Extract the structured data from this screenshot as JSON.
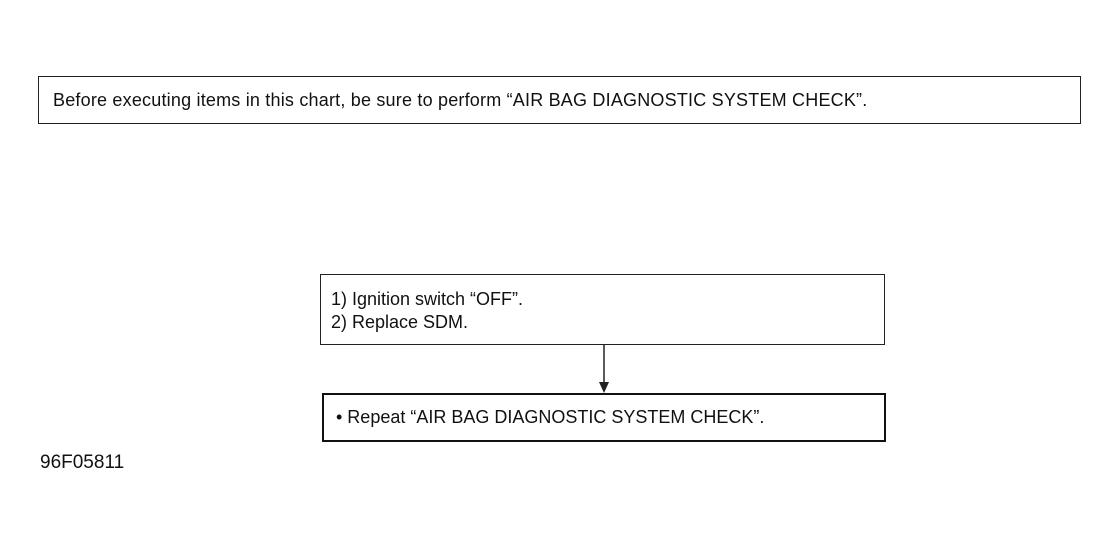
{
  "notice": {
    "text": "Before executing items in this chart, be sure to perform “AIR BAG DIAGNOSTIC SYSTEM CHECK”."
  },
  "steps": [
    {
      "text": "1) Ignition switch “OFF”."
    },
    {
      "text": "2) Replace SDM."
    }
  ],
  "result": {
    "text": "• Repeat “AIR BAG DIAGNOSTIC SYSTEM CHECK”."
  },
  "figure_id": "96F05811",
  "colors": {
    "line": "#222222",
    "background": "#ffffff"
  }
}
